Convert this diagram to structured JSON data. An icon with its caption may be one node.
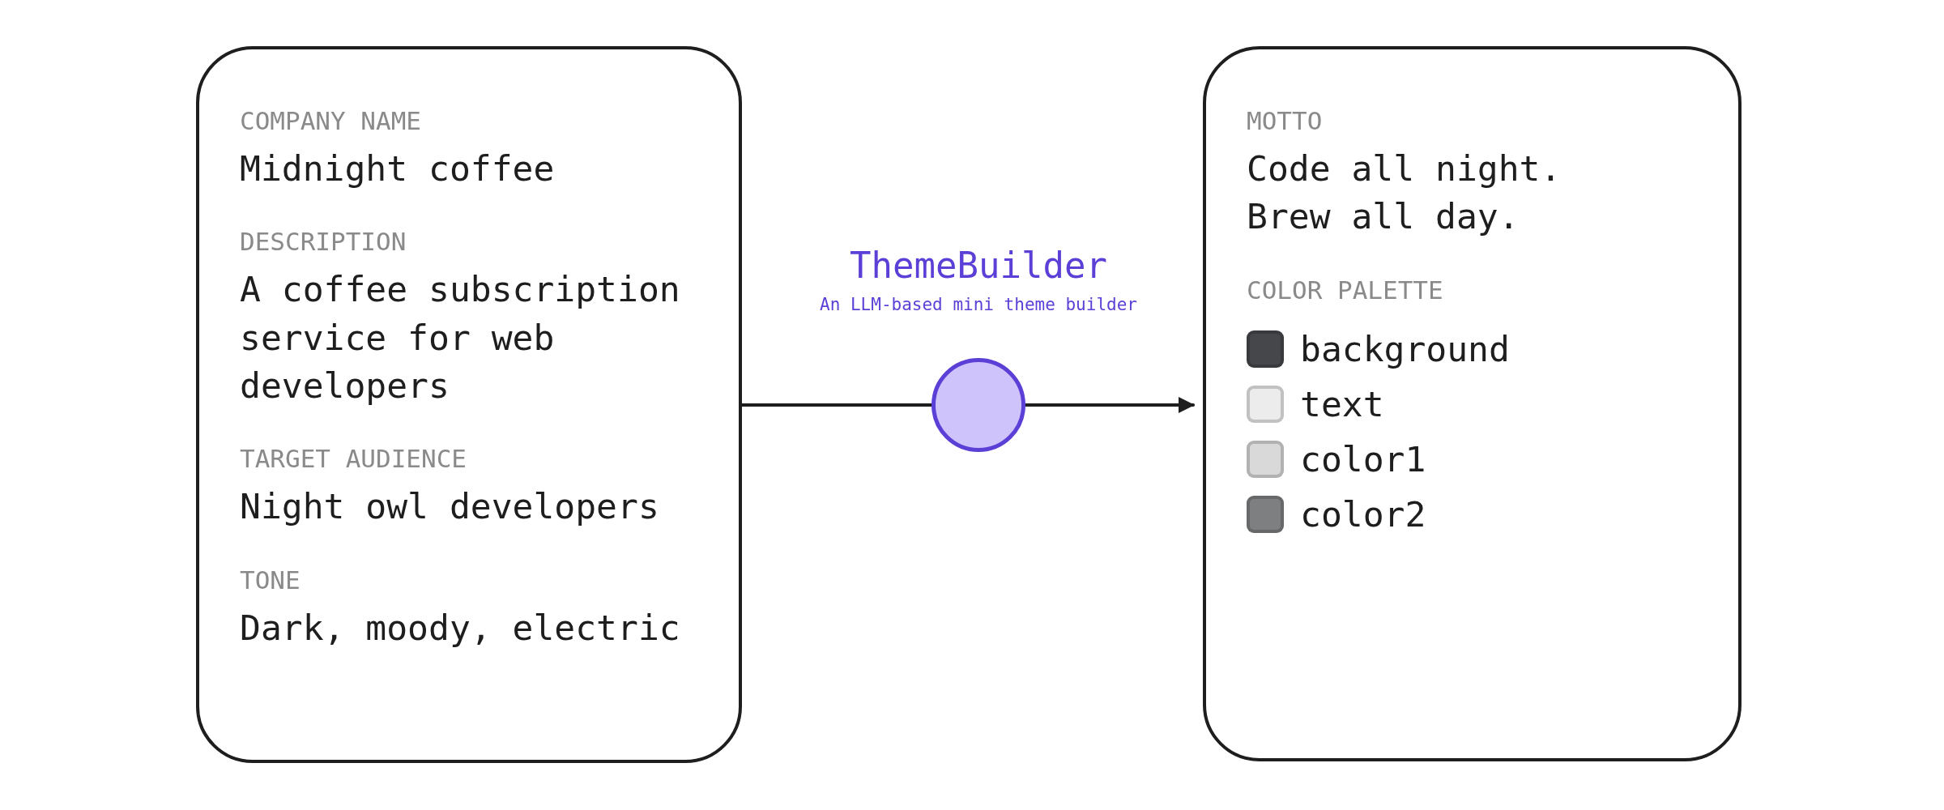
{
  "diagram": {
    "nodes": [
      {
        "text": [
          "COMPANY NAME",
          "Midnight coffee",
          "DESCRIPTION",
          "A coffee subscription service for web developers",
          "TARGET AUDIENCE",
          "Night owl developers",
          "TONE",
          "Dark, moody, electric"
        ]
      },
      {
        "text": [
          "ThemeBuilder",
          "An LLM-based mini theme builder"
        ]
      },
      {
        "text": [
          "MOTTO",
          "Code all night. Brew all day.",
          "COLOR PALETTE"
        ]
      }
    ],
    "edges": [
      {
        "from": 0,
        "to": 1,
        "arrow": "none"
      },
      {
        "from": 1,
        "to": 2,
        "arrow": "to"
      }
    ],
    "legend": [
      {
        "text": "background",
        "color": "#45474b"
      },
      {
        "text": "text",
        "color": "#ececec"
      },
      {
        "text": "color1",
        "color": "#d9d9d9"
      },
      {
        "text": "color2",
        "color": "#7d7f81"
      }
    ]
  }
}
